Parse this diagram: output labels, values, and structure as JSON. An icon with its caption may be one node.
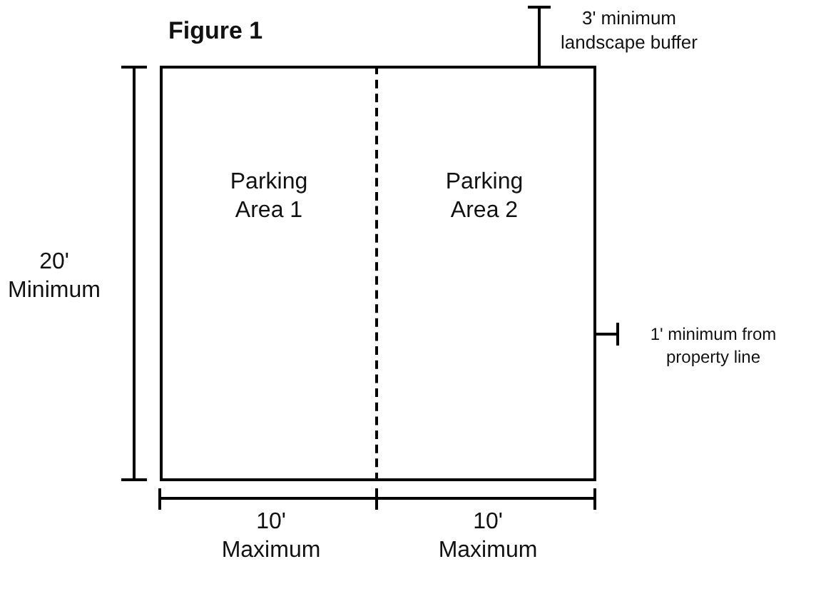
{
  "diagram": {
    "title": "Figure 1",
    "nodes": [
      {
        "text": [
          "Parking Area 1"
        ]
      },
      {
        "text": [
          "Parking Area 2"
        ]
      }
    ],
    "labels": [
      "3' minimum landscape buffer",
      "20' Minimum",
      "1' minimum from property line",
      "10' Maximum",
      "10' Maximum"
    ]
  }
}
